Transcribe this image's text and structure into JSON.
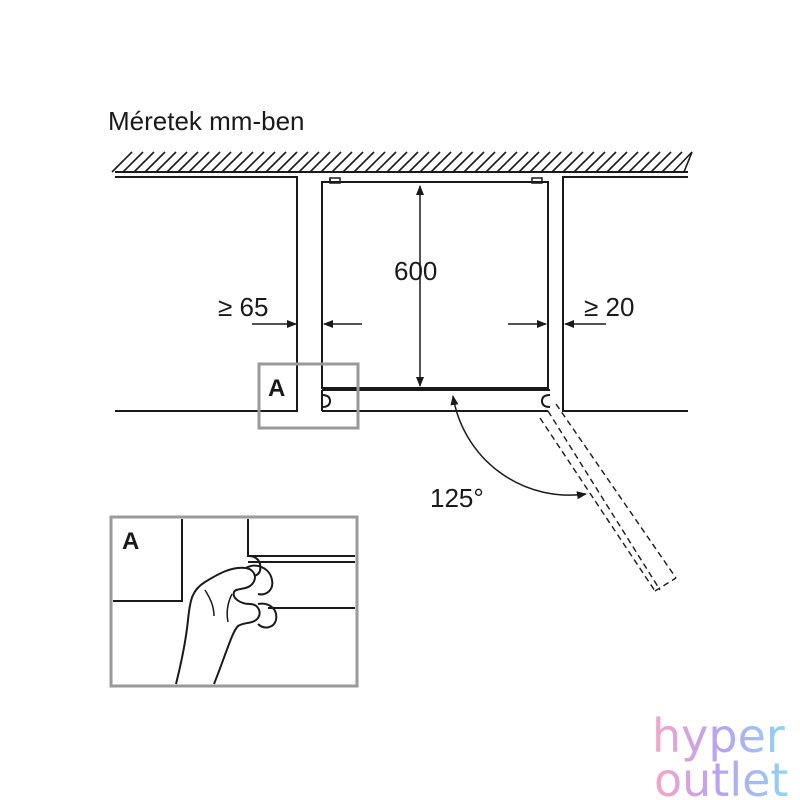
{
  "title": "Méretek mm-ben",
  "dimensions": {
    "depth": "600",
    "left_clearance": "≥ 65",
    "right_clearance": "≥ 20",
    "door_angle": "125°"
  },
  "detail_label": "A",
  "detail_inset_label": "A",
  "watermark": {
    "line1": "hyper",
    "line2": "outlet",
    "colors": [
      "#f4a6c8",
      "#b9a3f0",
      "#8fd3f4"
    ]
  }
}
